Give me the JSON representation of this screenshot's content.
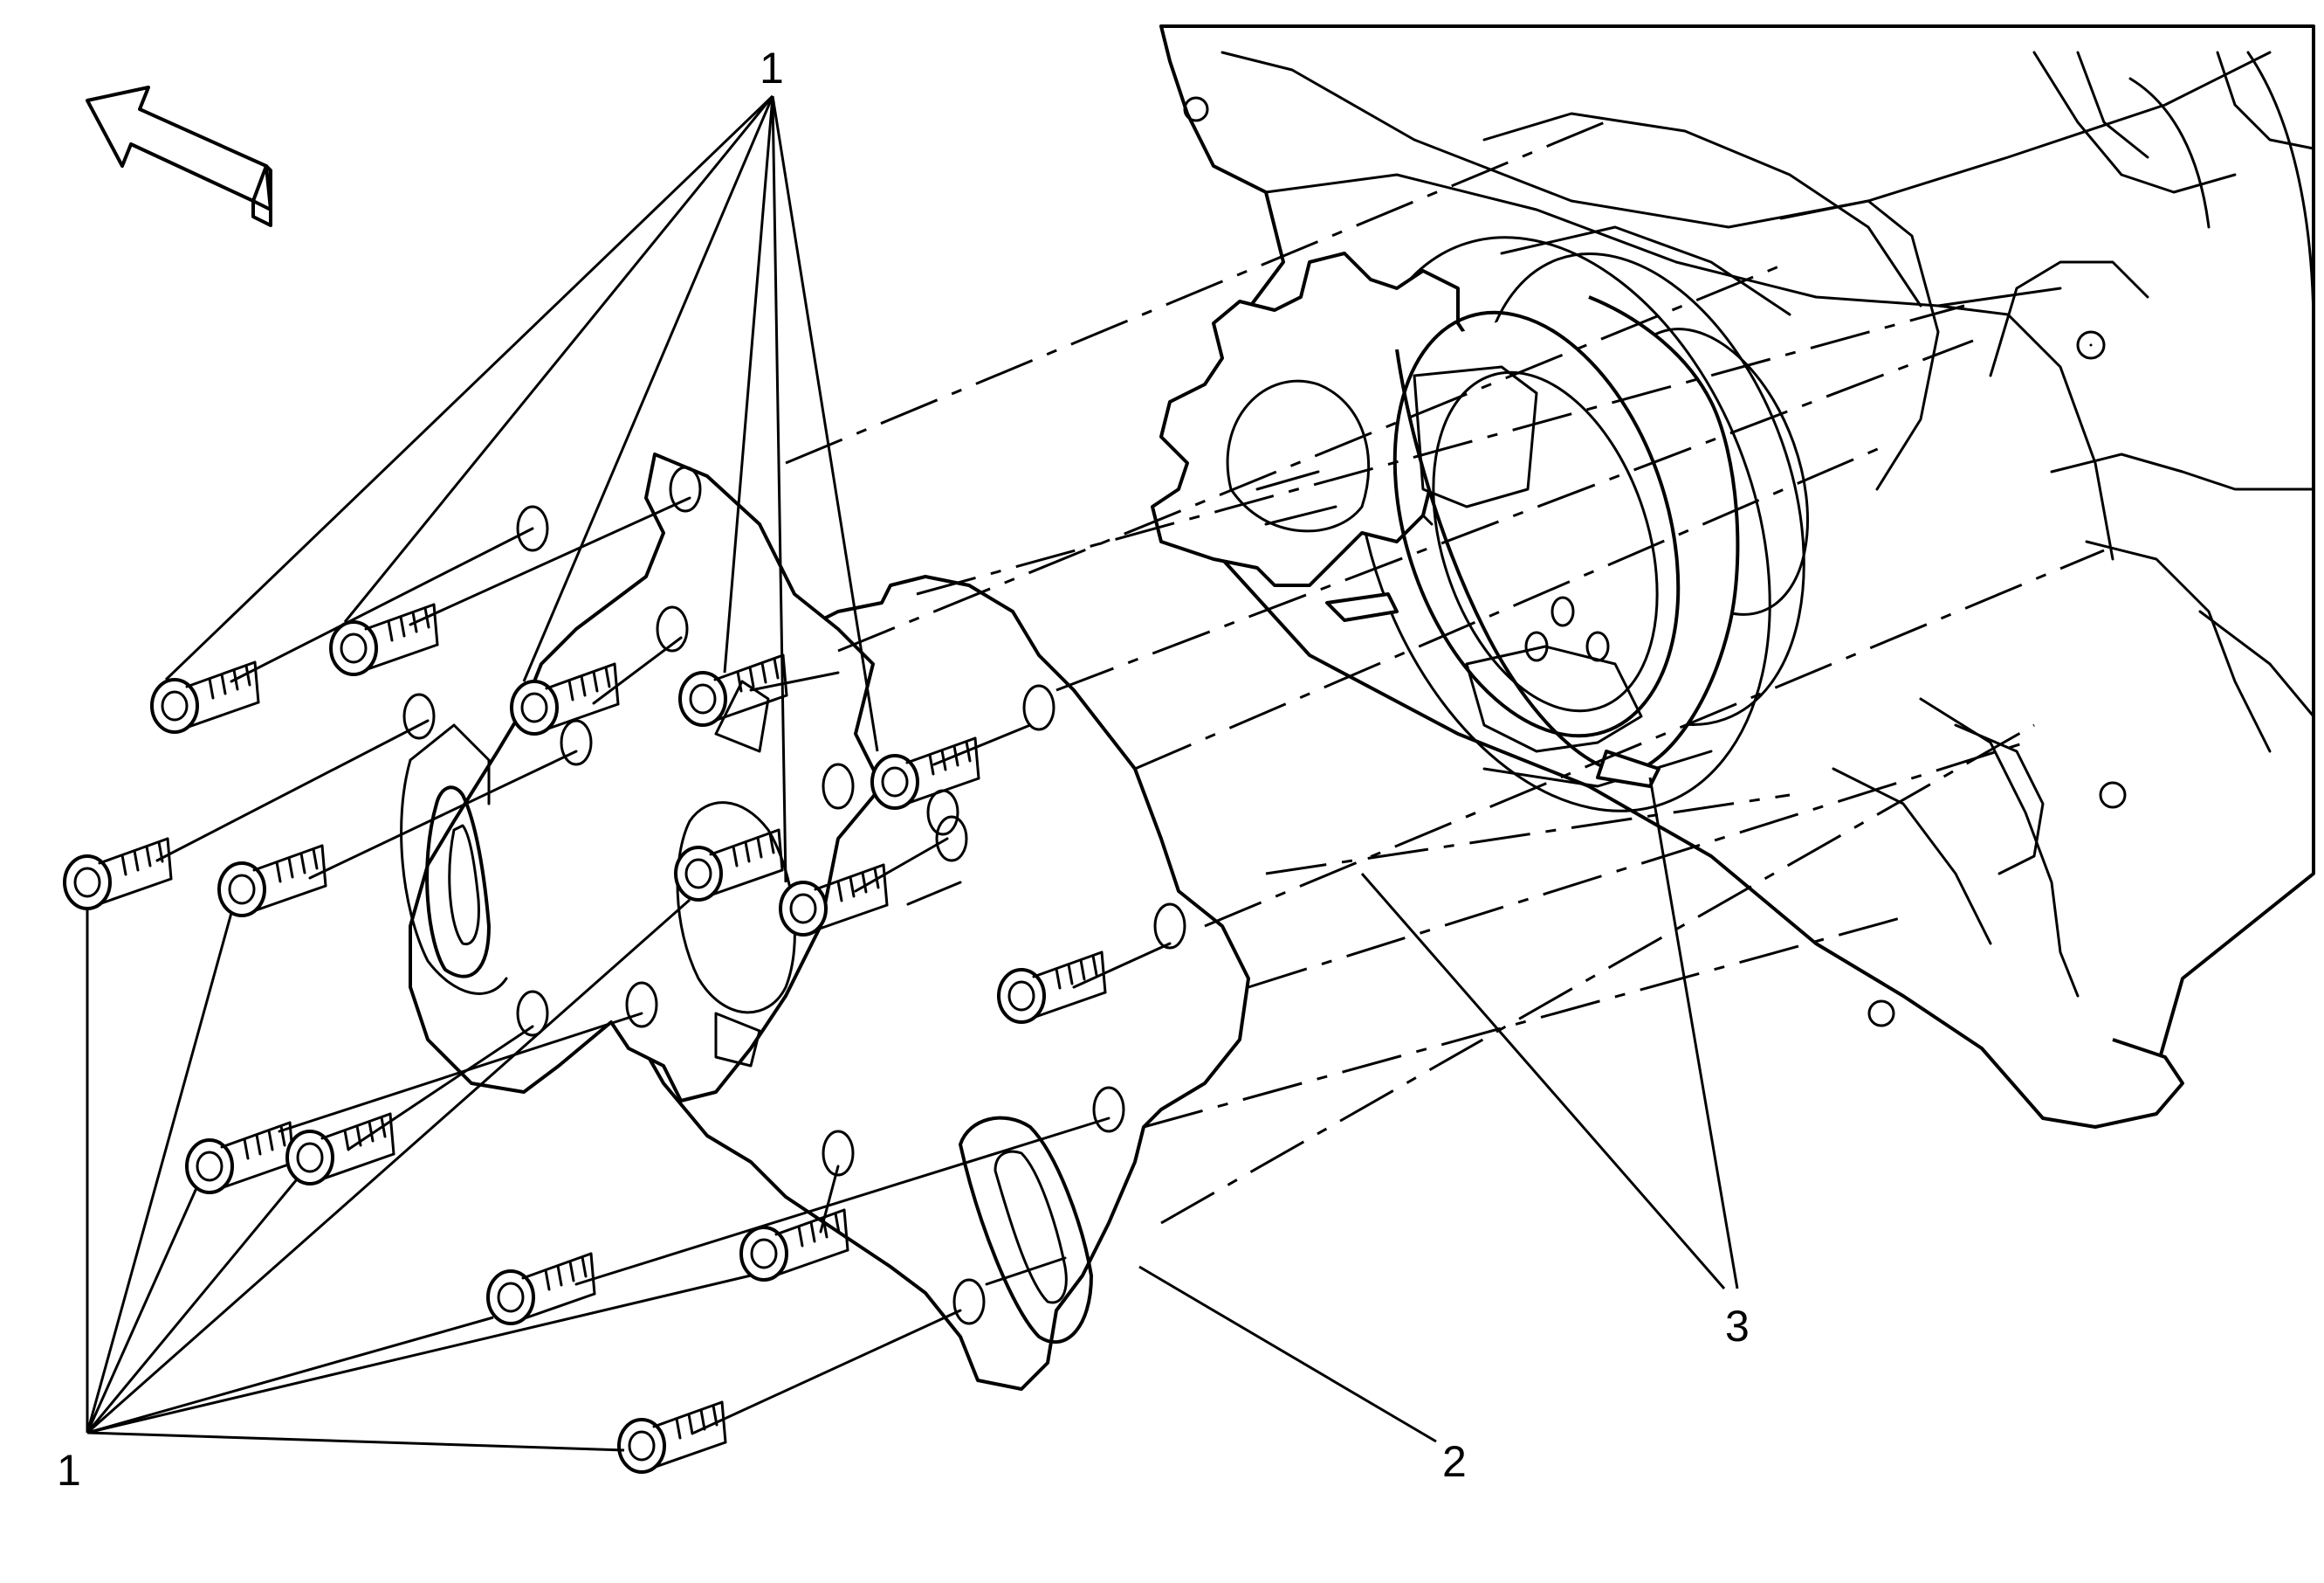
{
  "callouts": {
    "top_1": "1",
    "bottom_left_1": "1",
    "label_2": "2",
    "label_3": "3"
  },
  "icons": {
    "direction": "front-direction-arrow-icon"
  },
  "colors": {
    "line": "#000000",
    "background": "#ffffff"
  }
}
